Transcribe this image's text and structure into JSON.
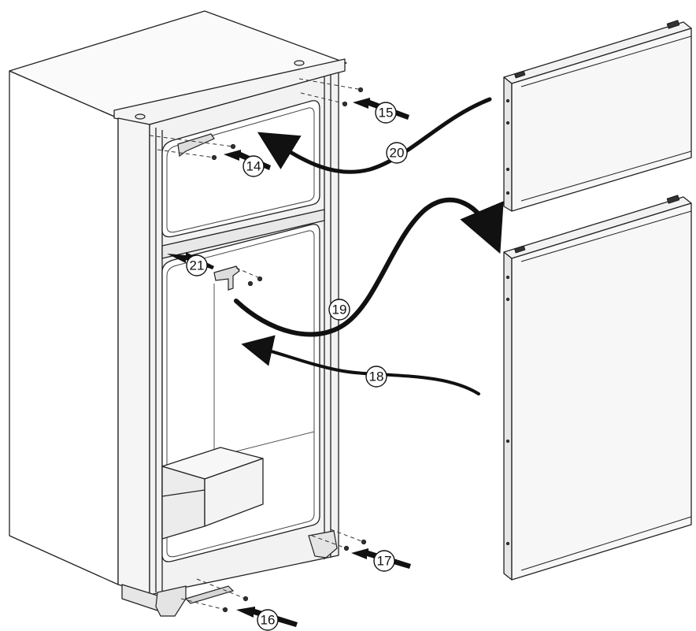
{
  "callouts": [
    {
      "id": "c14",
      "number": "14"
    },
    {
      "id": "c15",
      "number": "15"
    },
    {
      "id": "c16",
      "number": "16"
    },
    {
      "id": "c17",
      "number": "17"
    },
    {
      "id": "c18",
      "number": "18"
    },
    {
      "id": "c19",
      "number": "19"
    },
    {
      "id": "c20",
      "number": "20"
    },
    {
      "id": "c21",
      "number": "21"
    }
  ],
  "colors": {
    "line": "#222222",
    "cabinet_shade": "#f2f2f2",
    "door_face": "#f7f7f7",
    "background": "#ffffff"
  }
}
